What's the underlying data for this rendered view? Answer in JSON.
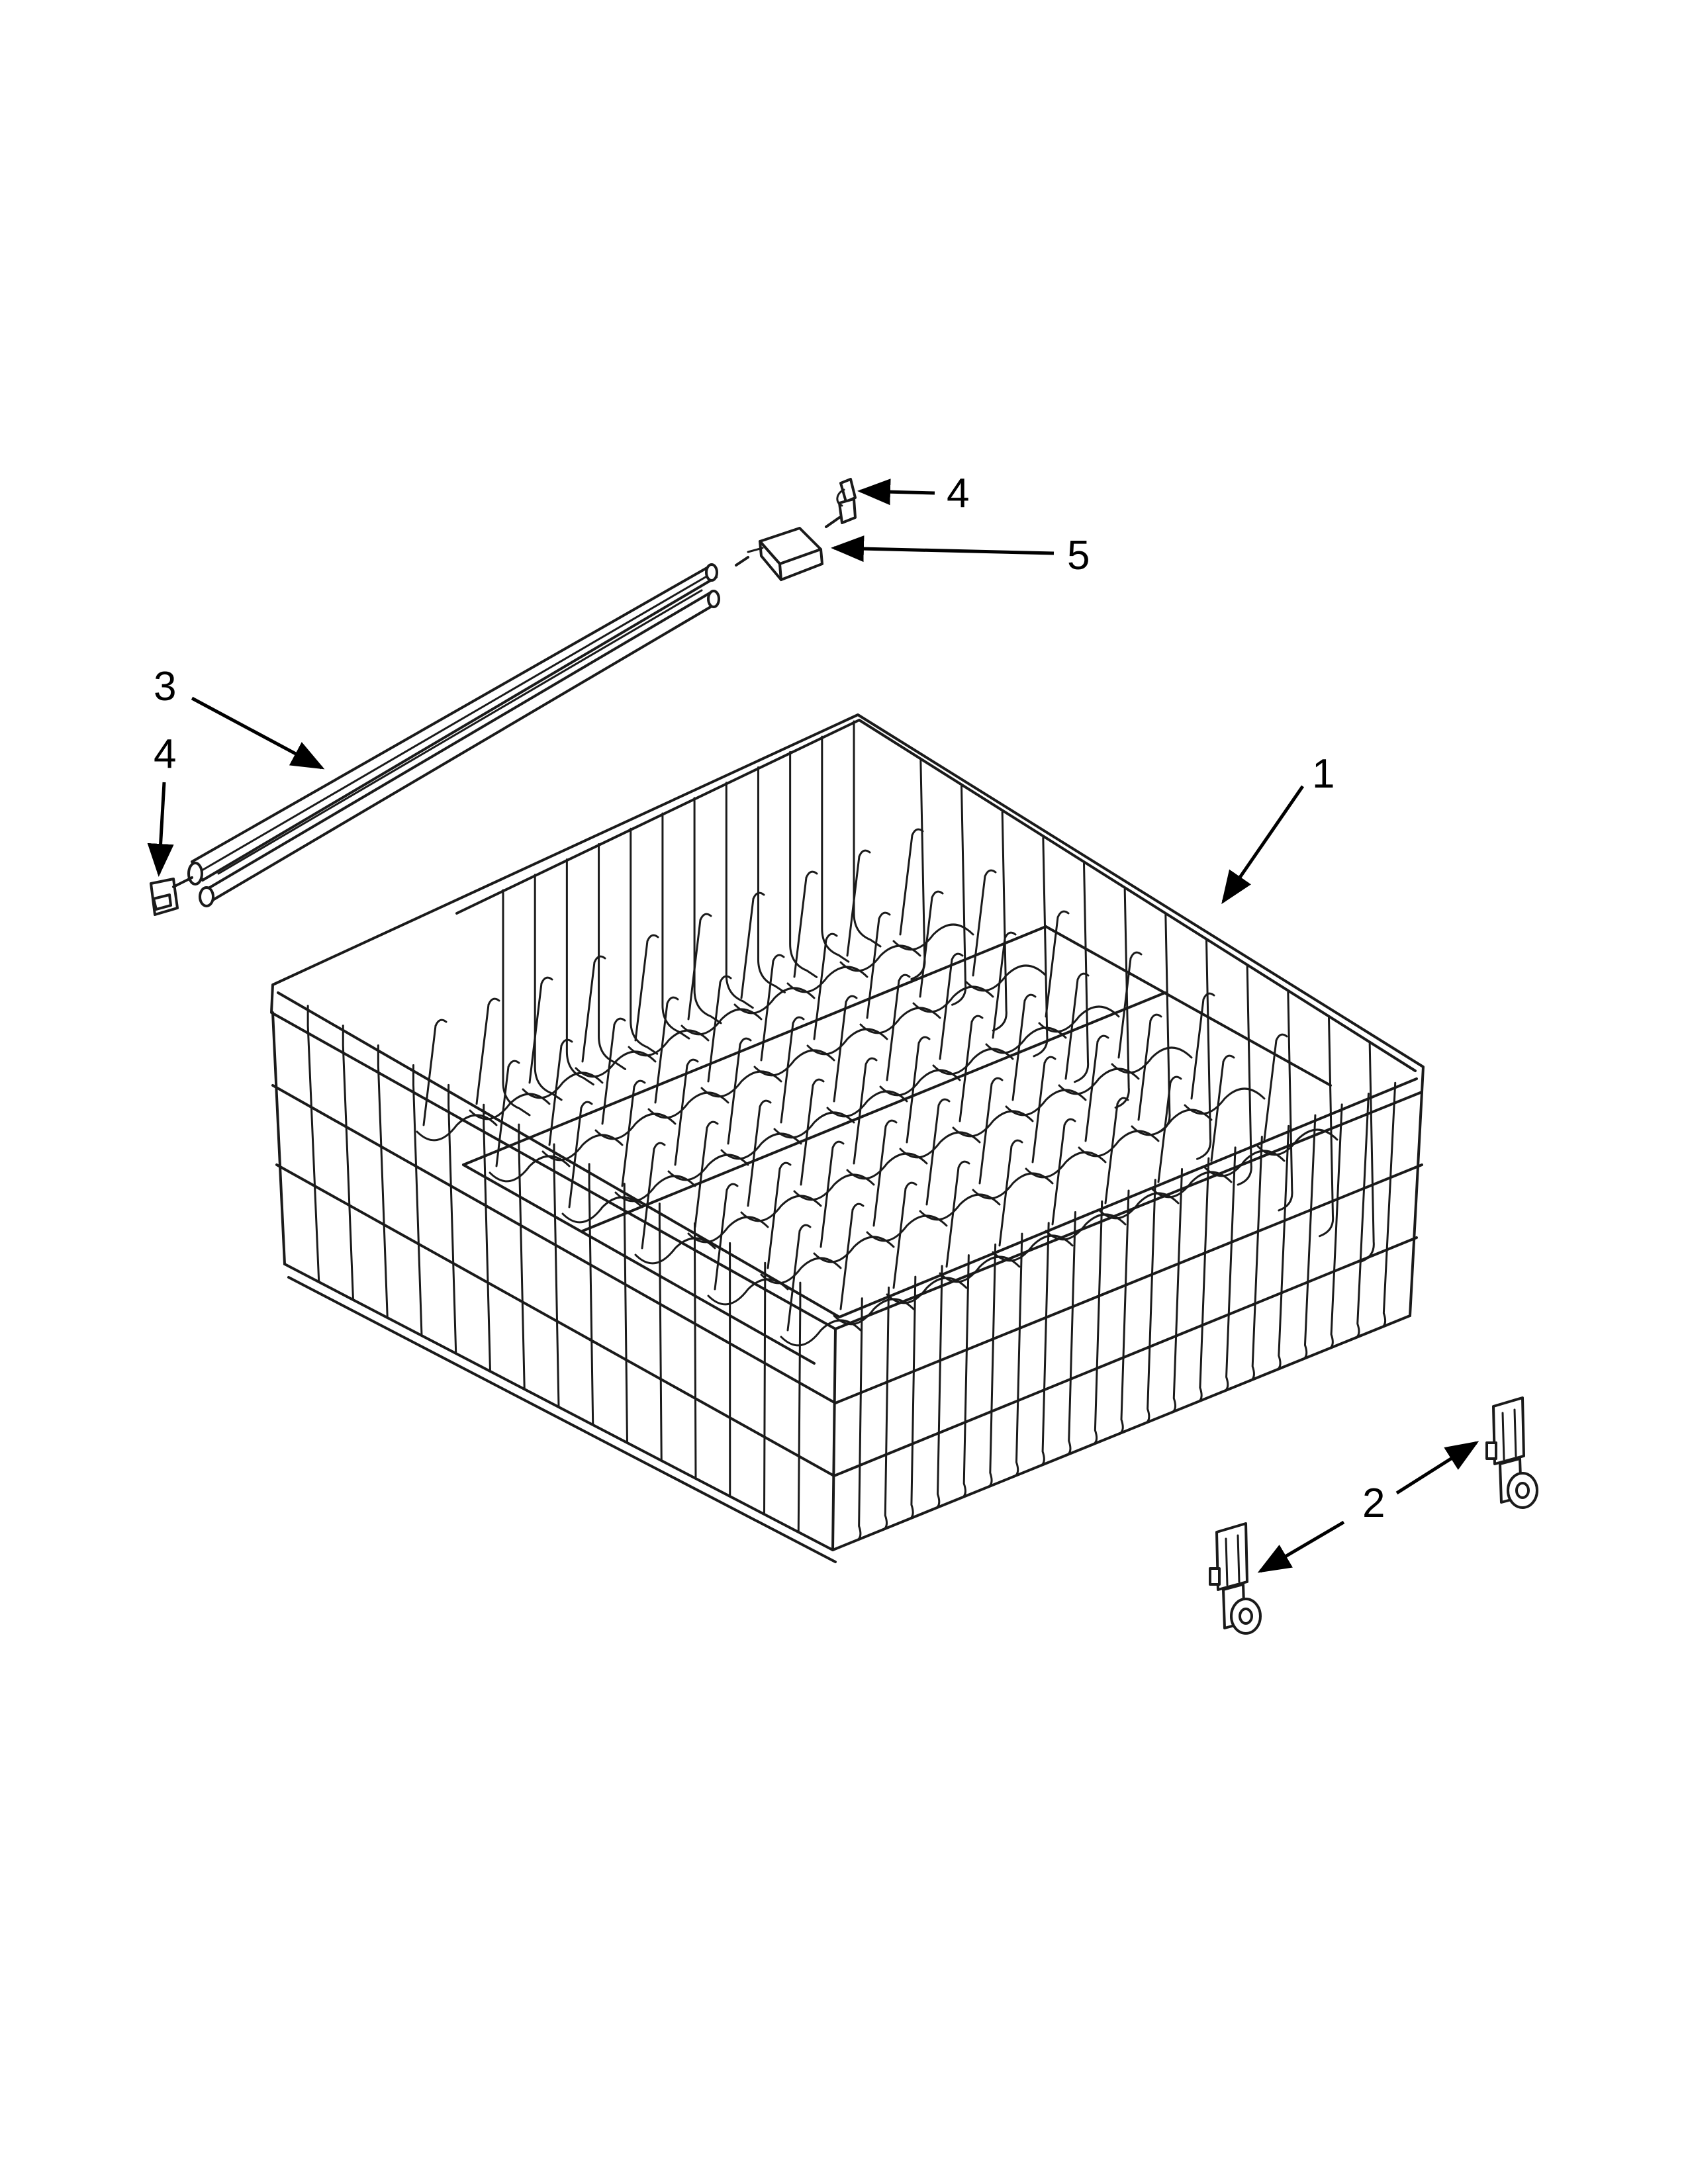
{
  "colors": {
    "ink": "#000000",
    "background": "#ffffff"
  },
  "callouts": [
    {
      "id": "rack",
      "label": "1"
    },
    {
      "id": "roller-right",
      "label": "2"
    },
    {
      "id": "roller-left",
      "label": "2"
    },
    {
      "id": "rail",
      "label": "3"
    },
    {
      "id": "end-cap-left",
      "label": "4"
    },
    {
      "id": "end-cap-right",
      "label": "4"
    },
    {
      "id": "stop",
      "label": "5"
    }
  ]
}
